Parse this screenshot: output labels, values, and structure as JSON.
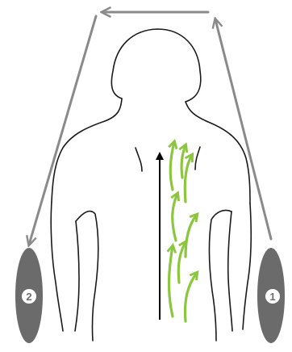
{
  "diagram": {
    "markers": [
      {
        "id": "marker-2",
        "label": "2"
      },
      {
        "id": "marker-1",
        "label": "1"
      }
    ],
    "colors": {
      "outline": "#1a1a1a",
      "guide_arrow": "#8a8a8a",
      "marker_fill": "#6b6b6b",
      "marker_badge": "#ffffff",
      "spine_arrow": "#000000",
      "stroke_arrows": "#8cc63f"
    },
    "icons": [
      "left-arrow-icon",
      "down-arrow-icon",
      "up-arrow-icon"
    ]
  }
}
